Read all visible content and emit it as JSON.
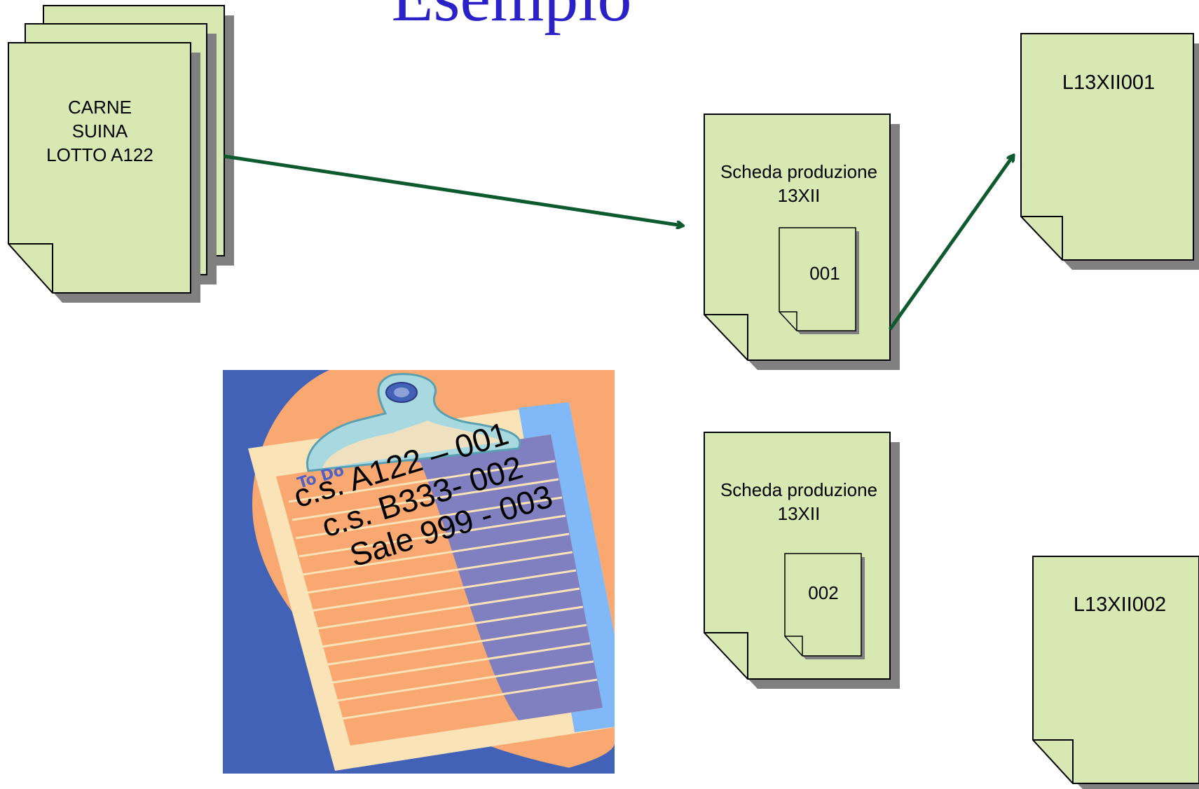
{
  "slide": {
    "title": "Esempio"
  },
  "raw_material": {
    "line1": "CARNE",
    "line2": "SUINA",
    "line3": "LOTTO A122"
  },
  "production_sheets": [
    {
      "line1": "Scheda produzione",
      "line2": "13XII",
      "sub_code": "001"
    },
    {
      "line1": "Scheda produzione",
      "line2": "13XII",
      "sub_code": "002"
    }
  ],
  "lots": [
    {
      "code": "L13XII001"
    },
    {
      "code": "L13XII002"
    }
  ],
  "clipboard": {
    "header": "To Do",
    "items": [
      "c.s. A122 – 001",
      "c.s. B333- 002",
      "Sale 999 - 003"
    ]
  },
  "colors": {
    "doc_fill": "#d8e8b2",
    "shadow": "#808080",
    "arrow": "#0d5a2e",
    "title": "#2a22c8",
    "clip_blue": "#4262b8",
    "clip_orange": "#f8a870",
    "clip_purple": "#8080c0",
    "clip_light_blue": "#80b8f8",
    "clip_cream": "#fbe3b8"
  }
}
